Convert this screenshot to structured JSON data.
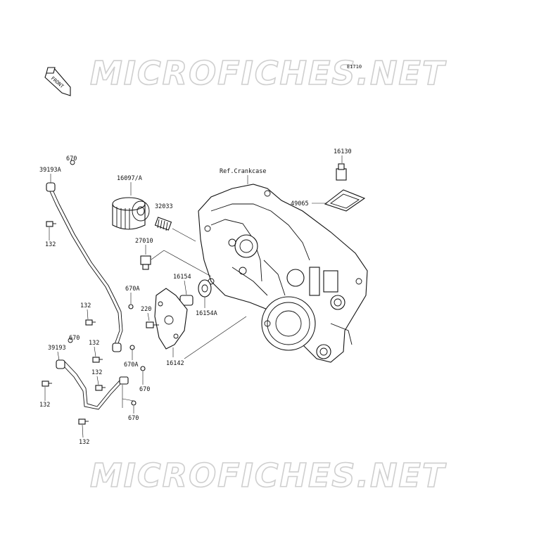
{
  "watermark": "MICROFICHES.NET",
  "diagram_code": "E1710",
  "front_arrow_label": "FRONT",
  "ref_label": "Ref.Crankcase",
  "callouts": {
    "p670_top": "670",
    "p39193A": "39193A",
    "p132_a": "132",
    "p16097A": "16097/A",
    "p32033": "32033",
    "p27010": "27010",
    "p16130": "16130",
    "p49065": "49065",
    "p16154": "16154",
    "p16154A": "16154A",
    "p670A_top": "670A",
    "p132_b": "132",
    "p220": "220",
    "p670_mid": "670",
    "p39193": "39193",
    "p132_c": "132",
    "p670A_mid": "670A",
    "p16142": "16142",
    "p132_d": "132",
    "p670_low": "670",
    "p132_e": "132",
    "p670_bottom": "670",
    "p132_f": "132"
  }
}
